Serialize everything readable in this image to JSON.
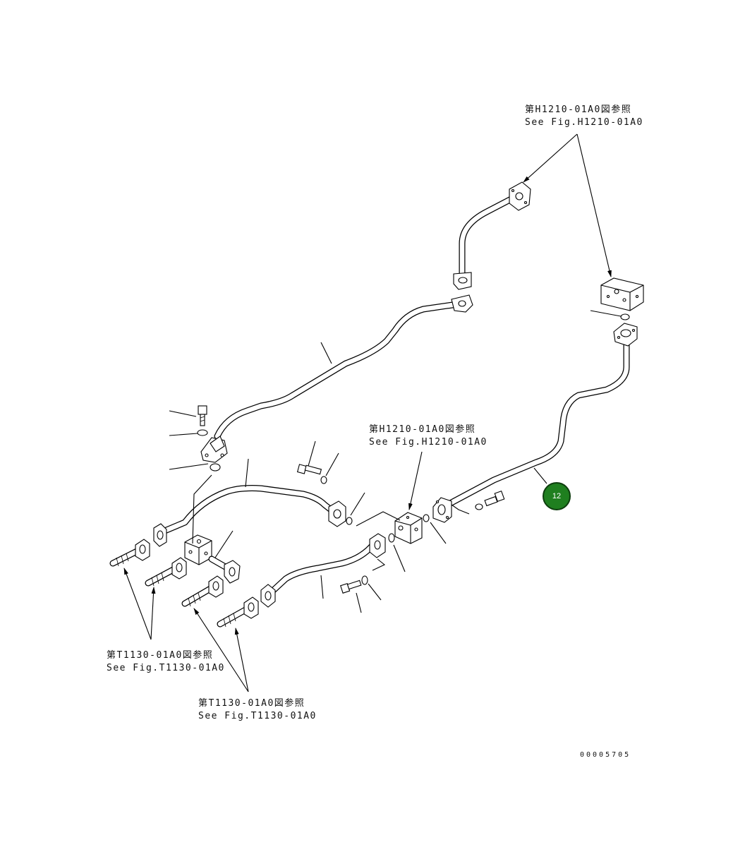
{
  "references": {
    "top": {
      "line_jp": "第H1210-01A0図参照",
      "line_en": "See Fig.H1210-01A0"
    },
    "middle": {
      "line_jp": "第H1210-01A0図参照",
      "line_en": "See Fig.H1210-01A0"
    },
    "left": {
      "line_jp": "第T1130-01A0図参照",
      "line_en": "See Fig.T1130-01A0"
    },
    "bottom": {
      "line_jp": "第T1130-01A0図参照",
      "line_en": "See Fig.T1130-01A0"
    }
  },
  "callout": {
    "number": "12",
    "color": "#1f7f1f"
  },
  "drawing_number": "00005705"
}
